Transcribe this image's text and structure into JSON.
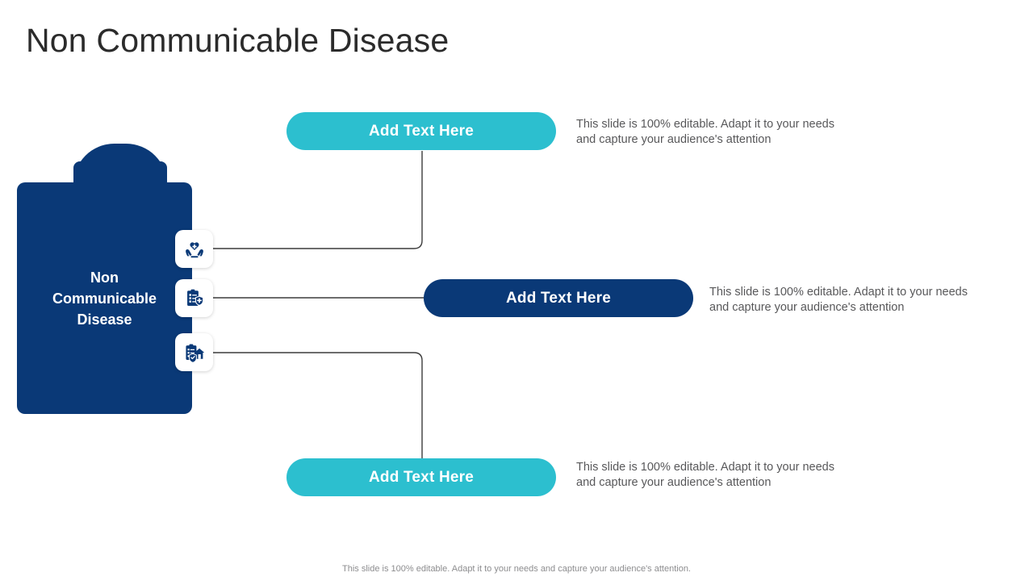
{
  "slide": {
    "title": "Non Communicable Disease",
    "background": "#ffffff"
  },
  "colors": {
    "navy": "#0a3977",
    "cyan": "#2cbfcf",
    "title_text": "#2b2b2b",
    "body_text": "#58585a",
    "footer_text": "#8d8d8f",
    "connector_line": "#3c3c3c"
  },
  "center_card": {
    "shape": "clipboard",
    "label": "Non\nCommunicable\nDisease",
    "background": "#0a3977",
    "text_color": "#ffffff"
  },
  "branches": [
    {
      "icon": "hands-holding-heart-medical-icon",
      "pill_label": "Add Text Here",
      "pill_color": "#2cbfcf",
      "description": "This slide is 100% editable. Adapt it to your needs and capture your audience's attention"
    },
    {
      "icon": "medical-record-shield-icon",
      "pill_label": "Add Text Here",
      "pill_color": "#0a3977",
      "description": "This slide is 100% editable. Adapt it to your needs and capture your audience's attention"
    },
    {
      "icon": "home-health-checklist-icon",
      "pill_label": "Add Text Here",
      "pill_color": "#2cbfcf",
      "description": "This slide is 100% editable. Adapt it to your needs and capture your audience's attention"
    }
  ],
  "footer": {
    "note": "This slide is 100% editable. Adapt it to your needs and capture your audience's attention."
  }
}
